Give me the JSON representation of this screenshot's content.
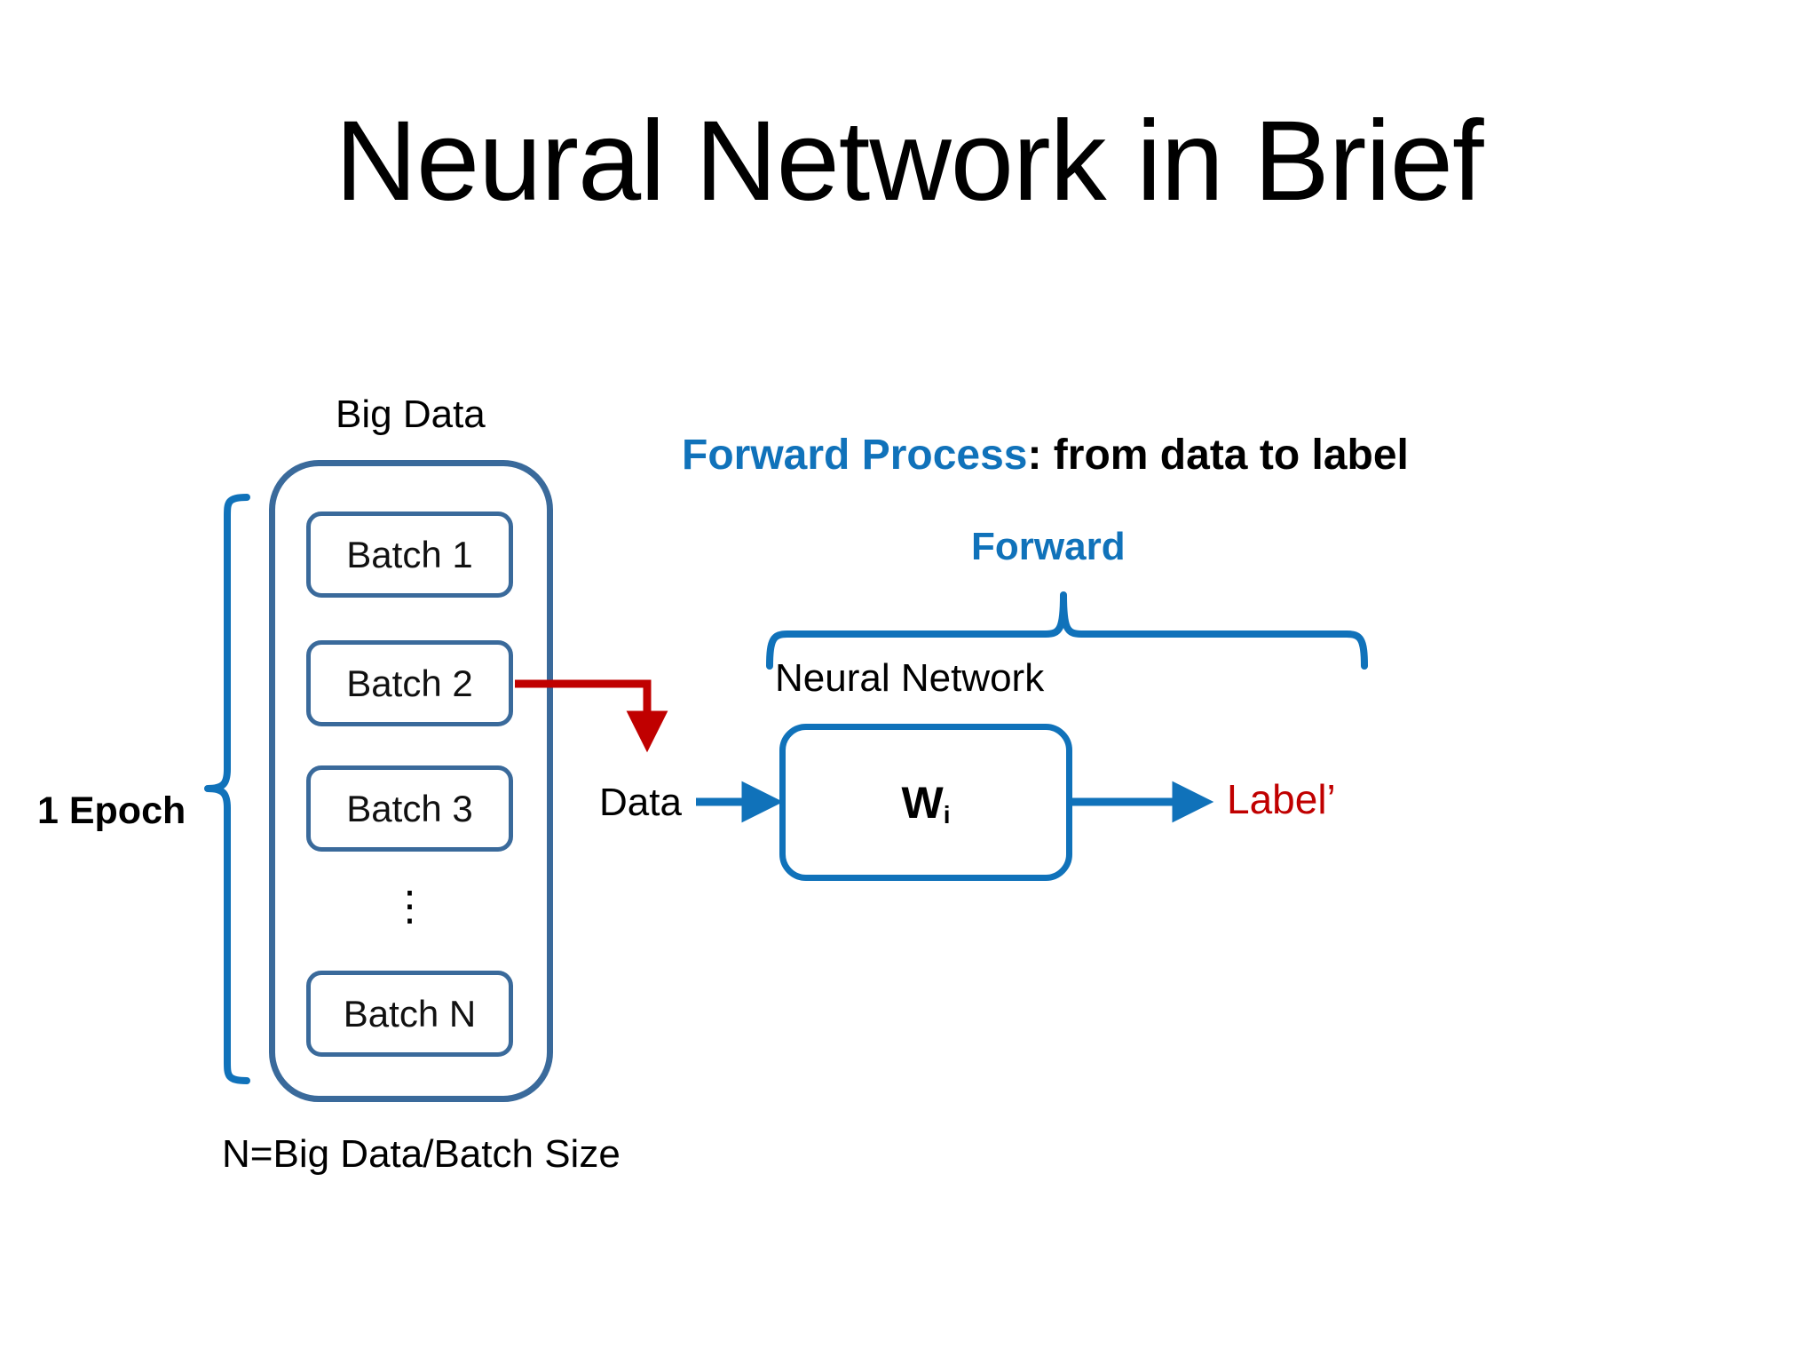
{
  "slide": {
    "title": "Neural Network in Brief",
    "background": "#FFFFFF"
  },
  "colors": {
    "accent_blue": "#1072BA",
    "container_blue": "#3A6A9B",
    "red": "#C00000",
    "arrow_red": "#C00000",
    "text": "#000000"
  },
  "left_group": {
    "epoch_label": "1 Epoch",
    "big_data_label": "Big Data",
    "batches": [
      {
        "label": "Batch 1"
      },
      {
        "label": "Batch 2"
      },
      {
        "label": "Batch 3"
      },
      {
        "label": "Batch N"
      }
    ],
    "ellipsis": "⋮",
    "caption": "N=Big Data/Batch Size"
  },
  "right_group": {
    "heading_accent": "Forward Process",
    "heading_rest": ": from data to label",
    "forward_brace_label": "Forward",
    "neural_network_label": "Neural Network",
    "weight_symbol": "W",
    "weight_subscript": "i",
    "data_label": "Data",
    "output_label": "Label’"
  }
}
